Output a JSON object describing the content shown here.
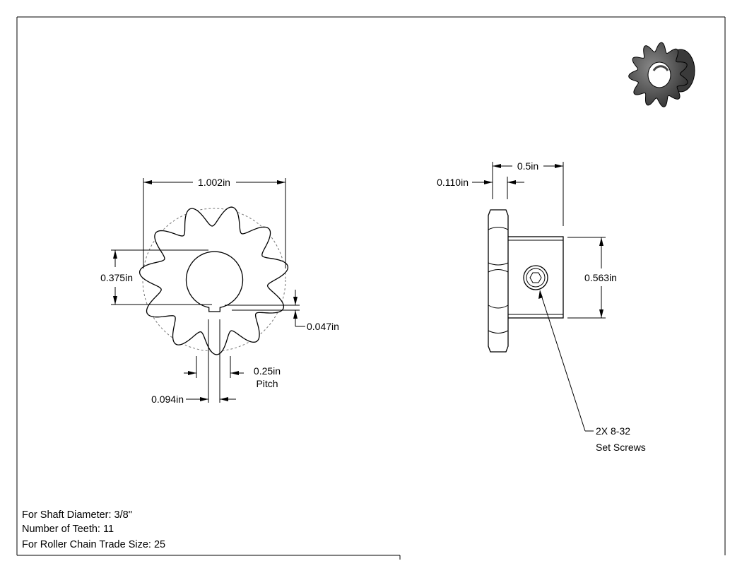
{
  "front_view": {
    "outer_dia": "1.002in",
    "bore_dia": "0.375in",
    "key_depth": "0.047in",
    "key_width": "0.094in",
    "pitch_value": "0.25in",
    "pitch_label": "Pitch"
  },
  "side_view": {
    "total_length": "0.5in",
    "plate_width": "0.110in",
    "hub_dia": "0.563in",
    "callout_line1": "2X 8-32",
    "callout_line2": "Set Screws"
  },
  "notes": [
    "For Shaft Diameter: 3/8\"",
    "Number of Teeth: 11",
    "For Roller Chain Trade Size: 25"
  ],
  "teeth_count": 11
}
